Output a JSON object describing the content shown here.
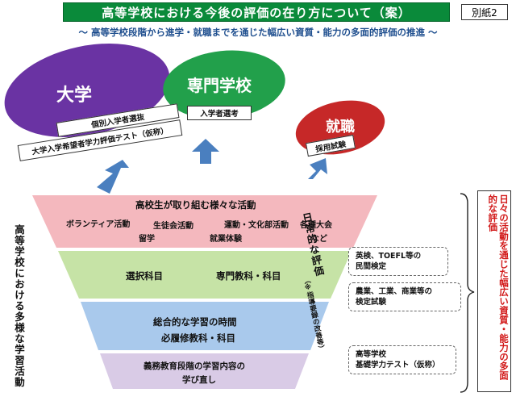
{
  "header": {
    "title": "高等学校における今後の評価の在り方について（案）",
    "annex": "別紙2",
    "subtitle": "～ 高等学校段階から進学・就職までを通じた幅広い資質・能力の多面的評価の推進 ～"
  },
  "destinations": {
    "university": {
      "title": "大学",
      "items": [
        "個別入学者選抜",
        "大学入学希望者学力評価テスト（仮称）"
      ]
    },
    "vocational": {
      "title": "専門学校",
      "items": [
        "入学者選考"
      ]
    },
    "employment": {
      "title": "就職",
      "items": [
        "採用試験"
      ]
    }
  },
  "left_label": "高等学校における多様な学習活動",
  "funnel": {
    "top": {
      "title": "高校生が取り組む様々な活動",
      "items": [
        "ボランティア活動",
        "生徒会活動",
        "運動・文化部活動",
        "各種大会",
        "留学",
        "就業体験",
        "など"
      ]
    },
    "middle": {
      "items": [
        "選択科目",
        "専門教科・科目"
      ]
    },
    "lower": {
      "items": [
        "総合的な学習の時間",
        "必履修教科・科目"
      ]
    },
    "bottom": {
      "items": [
        "義務教育段階の学習内容の",
        "学び直し"
      ]
    }
  },
  "daily_evaluation": {
    "title": "日常的な評価",
    "note": "（※指導要録の改善等）"
  },
  "side_boxes": {
    "box1": [
      "英検、TOEFL等の",
      "民間検定"
    ],
    "box2": [
      "農業、工業、商業等の",
      "検定試験"
    ],
    "box3": [
      "高等学校",
      "基礎学力テスト（仮称）"
    ]
  },
  "right_label": "日々の活動を通じた幅広い資質・能力の多面的な評価",
  "colors": {
    "title_green": "#0a8a3a",
    "university": "#6a33a3",
    "vocational": "#22a04b",
    "employment": "#c62828",
    "arrow": "#4a7fbf",
    "funnel_top": "#f4b8be",
    "funnel_middle": "#c6e3a6",
    "funnel_lower": "#a9c9ec",
    "funnel_bottom": "#d9cbe6",
    "right_label": "#d21a1a"
  }
}
